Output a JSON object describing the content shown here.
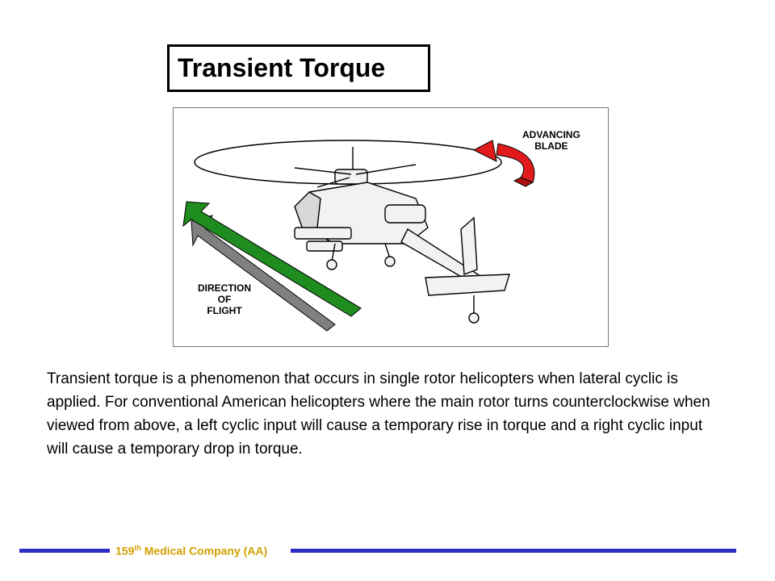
{
  "slide": {
    "title": "Transient Torque",
    "body": "Transient torque is a phenomenon that occurs in single rotor helicopters when lateral cyclic is applied. For conventional American helicopters where the main rotor turns counterclockwise when viewed from above, a left cyclic input will cause a temporary rise in torque and a right cyclic input will cause a temporary drop in torque."
  },
  "figure": {
    "label_advancing_line1": "ADVANCING",
    "label_advancing_line2": "BLADE",
    "label_direction_line1": "DIRECTION",
    "label_direction_line2": "OF",
    "label_direction_line3": "FLIGHT",
    "icons": [
      "helicopter-illustration",
      "rotation-arrow-icon",
      "direction-arrow-icon"
    ]
  },
  "footer": {
    "org_prefix": "159",
    "org_suffix_sup": "th",
    "org_rest": " Medical Company (AA)"
  },
  "colors": {
    "title_border": "#000000",
    "footer_line": "#2d2dc8",
    "footer_text": "#d1a000",
    "advancing_arrow": "#e11b1b",
    "direction_arrow": "#1e8c1e"
  }
}
